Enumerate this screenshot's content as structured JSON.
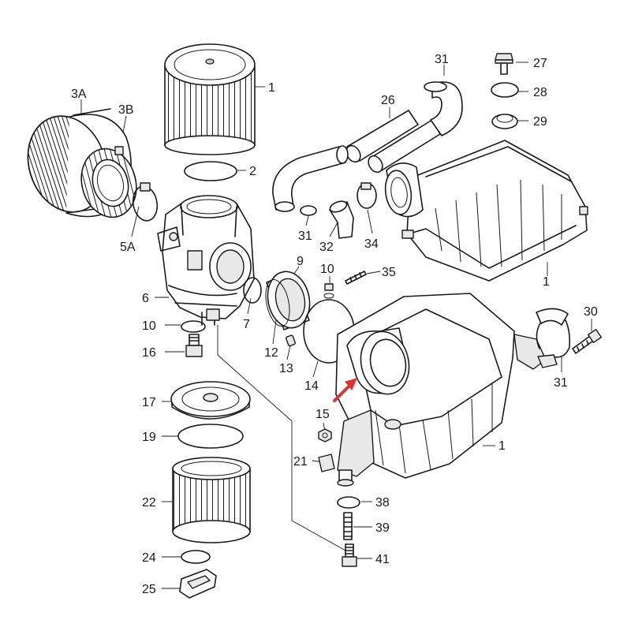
{
  "diagram": {
    "callouts": [
      {
        "key": "c1a",
        "text": "1"
      },
      {
        "key": "c3A",
        "text": "3A"
      },
      {
        "key": "c3B",
        "text": "3B"
      },
      {
        "key": "c2",
        "text": "2"
      },
      {
        "key": "c5A",
        "text": "5A"
      },
      {
        "key": "c6",
        "text": "6"
      },
      {
        "key": "c10a",
        "text": "10"
      },
      {
        "key": "c16",
        "text": "16"
      },
      {
        "key": "c7",
        "text": "7"
      },
      {
        "key": "c9",
        "text": "9"
      },
      {
        "key": "c12",
        "text": "12"
      },
      {
        "key": "c13",
        "text": "13"
      },
      {
        "key": "c14",
        "text": "14"
      },
      {
        "key": "c10b",
        "text": "10"
      },
      {
        "key": "c35",
        "text": "35"
      },
      {
        "key": "c26",
        "text": "26"
      },
      {
        "key": "c31a",
        "text": "31"
      },
      {
        "key": "c31b",
        "text": "31"
      },
      {
        "key": "c32",
        "text": "32"
      },
      {
        "key": "c34",
        "text": "34"
      },
      {
        "key": "c27",
        "text": "27"
      },
      {
        "key": "c28",
        "text": "28"
      },
      {
        "key": "c29",
        "text": "29"
      },
      {
        "key": "c1b",
        "text": "1"
      },
      {
        "key": "c30",
        "text": "30"
      },
      {
        "key": "c31c",
        "text": "31"
      },
      {
        "key": "c15",
        "text": "15"
      },
      {
        "key": "c21",
        "text": "21"
      },
      {
        "key": "c1c",
        "text": "1"
      },
      {
        "key": "c17",
        "text": "17"
      },
      {
        "key": "c19",
        "text": "19"
      },
      {
        "key": "c22",
        "text": "22"
      },
      {
        "key": "c24",
        "text": "24"
      },
      {
        "key": "c25",
        "text": "25"
      },
      {
        "key": "c38",
        "text": "38"
      },
      {
        "key": "c39",
        "text": "39"
      },
      {
        "key": "c41",
        "text": "41"
      }
    ],
    "colors": {
      "line": "#1a1a1a",
      "marker": "#e03030"
    }
  }
}
